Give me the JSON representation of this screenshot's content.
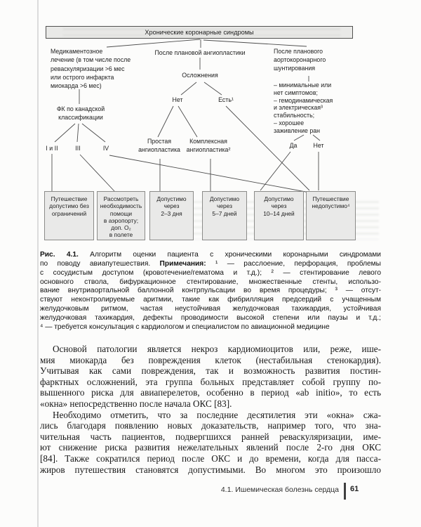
{
  "diagram": {
    "title": "Хронические коронарные синдромы",
    "nodes": {
      "medical_therapy": "Медикаментозное\nлечение (в том числе после\nреваскуляризации >6 мес\nили острого инфаркта\nмиокарда >6 мес)",
      "fk_canadian": "ФК по канадской\nклассификации",
      "class_1_2": "I и II",
      "class_3": "III",
      "class_4": "IV",
      "post_pci": "После плановой ангиопластики",
      "complications": "Осложнения",
      "complications_no": "Нет",
      "complications_yes": "Есть¹",
      "simple_angioplasty": "Простая\nангиопластика",
      "complex_angioplasty": "Комплексная\nангиопластика²",
      "post_cabg": "После планового\nаортокоронарного\nшунтирования",
      "cabg_criteria": "– минимальные или\nнет симптомов;\n– гемодинамическая\nи электрическая³\nстабильность;\n– хорошее\nзаживление ран",
      "cabg_yes": "Да",
      "cabg_no": "Нет"
    },
    "outcomes": [
      "Путешествие\nдопустимо без\nограничений",
      "Рассмотреть\nнеобходимость\nпомощи\nв аэропорту;\nдоп. О₂\nв полете",
      "Допустимо\nчерез\n2–3 дня",
      "Допустимо\nчерез\n5–7 дней",
      "Допустимо\nчерез\n10–14 дней",
      "Путешествие\nнедопустимо⁴"
    ]
  },
  "caption": {
    "fig_label": "Рис. 4.1.",
    "line1_rest": " Алгоритм оценки пациента с хроническими коронарными синдромами",
    "line2_pre": "по поводу авиапутешествия. ",
    "notes_label": "Примечания:",
    "line2_rest": " ¹ — расслоение, перфорация, проблемы",
    "lines": [
      "с сосудистым доступом (кровотечение/гематома и т.д.); ² — стентирование левого",
      "основного ствола, бифуркационное стентирование, множественные стенты, использо-",
      "вание внутриаортальной баллонной контрпульсации во время процедуры; ³ — отсут-",
      "ствуют неконтролируемые аритмии, такие как фибрилляция предсердий с учащенным",
      "желудочковым ритмом, частая неустойчивая желудочковая тахикардия, устойчивая",
      "желудочковая тахикардия, дефекты проводимости высокой степени или паузы и т.д.;",
      "⁴ — требуется консультация с кардиологом и специалистом по авиационной медицине"
    ]
  },
  "body": {
    "paragraph1": [
      "Основой патологии является некроз кардиомиоцитов или, реже, ише-",
      "мия миокарда без повреждения клеток (нестабильная стенокардия).",
      "Учитывая как сами повреждения, так и возможность развития постин-",
      "фарктных осложнений, эта группа больных представляет собой группу по-",
      "вышенного риска для авиаперелетов, особенно в период «ab initio», то есть",
      "«окна» непосредственно после начала ОКС [83]."
    ],
    "paragraph2": [
      "Необходимо отметить, что за последние десятилетия эти «окна» сжа-",
      "лись благодаря появлению новых доказательств, например того, что зна-",
      "чительная часть пациентов, подвергшихся ранней реваскуляризации, име-",
      "ют снижение риска развития нежелательных явлений после 2-го дня ОКС",
      "[84]. Также сократился период после ОКС и до времени, когда для пасса-",
      "жиров путешествия становятся допустимыми. Во многом это произошло"
    ]
  },
  "footer": {
    "section": "4.1. Ишемическая болезнь сердца",
    "page_number": "61"
  },
  "colors": {
    "box_fill": "#e9e9e7",
    "box_border": "#8b8b89",
    "title_border": "#51514f",
    "connector": "#4d4d4d",
    "footer_bar": "#3f3f3f"
  }
}
